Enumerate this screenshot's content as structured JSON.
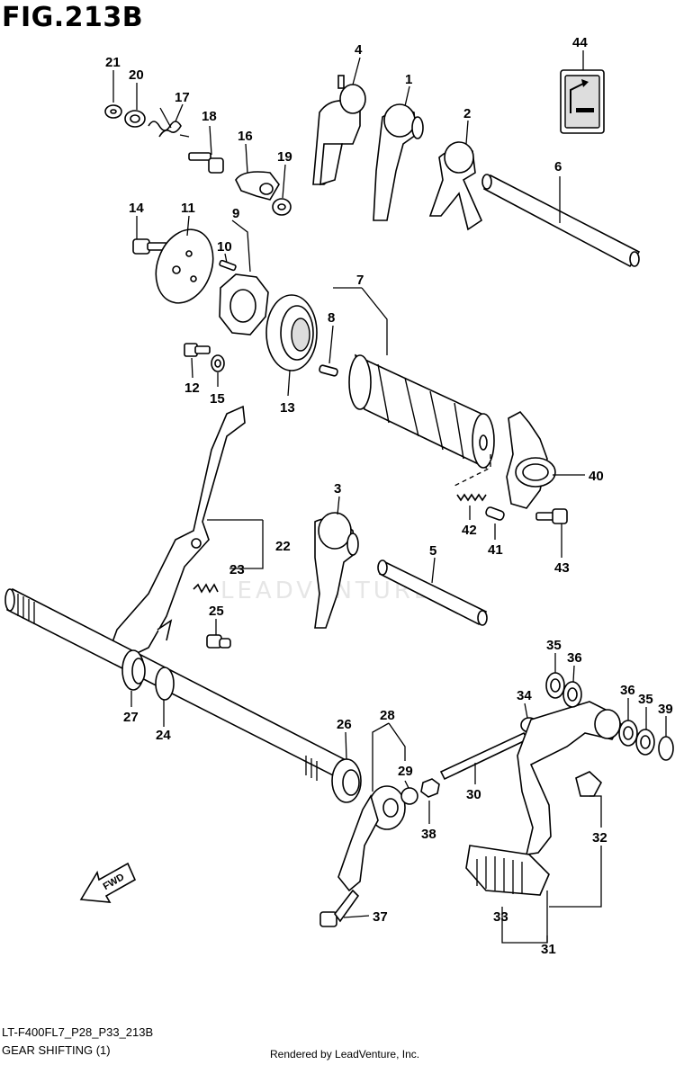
{
  "title": "FIG.213B",
  "footer": {
    "code": "LT-F400FL7_P28_P33_213B",
    "name": "GEAR SHIFTING (1)",
    "credit": "Rendered by LeadVenture, Inc."
  },
  "watermark": "LEADVENTURE",
  "fwd_label": "FWD",
  "callouts": [
    "1",
    "2",
    "3",
    "4",
    "5",
    "6",
    "7",
    "8",
    "9",
    "10",
    "11",
    "12",
    "13",
    "14",
    "15",
    "16",
    "17",
    "18",
    "19",
    "20",
    "21",
    "22",
    "23",
    "24",
    "25",
    "26",
    "27",
    "28",
    "29",
    "30",
    "31",
    "32",
    "33",
    "34",
    "35",
    "36",
    "37",
    "38",
    "39",
    "40",
    "41",
    "42",
    "43",
    "44"
  ],
  "callout_35b": "35",
  "callout_36b": "36"
}
